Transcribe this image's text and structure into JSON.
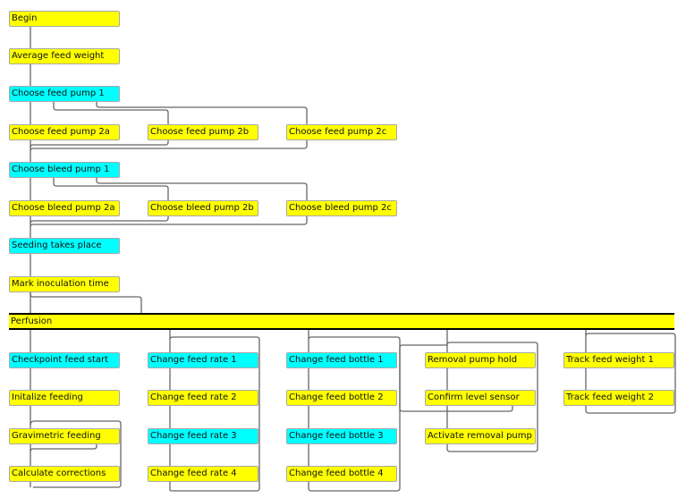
{
  "colors": {
    "step": "#ffff00",
    "checkpoint": "#00ffff",
    "connector": "#666666"
  },
  "nodes": [
    "Begin",
    "Average feed weight",
    "Choose feed pump 1",
    "Choose feed pump 2a",
    "Choose feed pump 2b",
    "Choose feed pump 2c",
    "Choose bleed pump 1",
    "Choose bleed pump 2a",
    "Choose bleed pump 2b",
    "Choose bleed pump 2c",
    "Seeding takes place",
    "Mark inoculation time"
  ],
  "phase": "Perfusion",
  "perfusion_nodes": [
    "Checkpoint feed start",
    "Initalize feeding",
    "Gravimetric feeding",
    "Calculate corrections",
    "Change feed rate 1",
    "Change feed rate 2",
    "Change feed rate 3",
    "Change feed rate 4",
    "Change feed bottle 1",
    "Change feed bottle 2",
    "Change feed bottle 3",
    "Change feed bottle 4",
    "Removal pump hold",
    "Confirm level sensor",
    "Activate removal pump",
    "Track feed weight 1",
    "Track feed weight 2"
  ]
}
